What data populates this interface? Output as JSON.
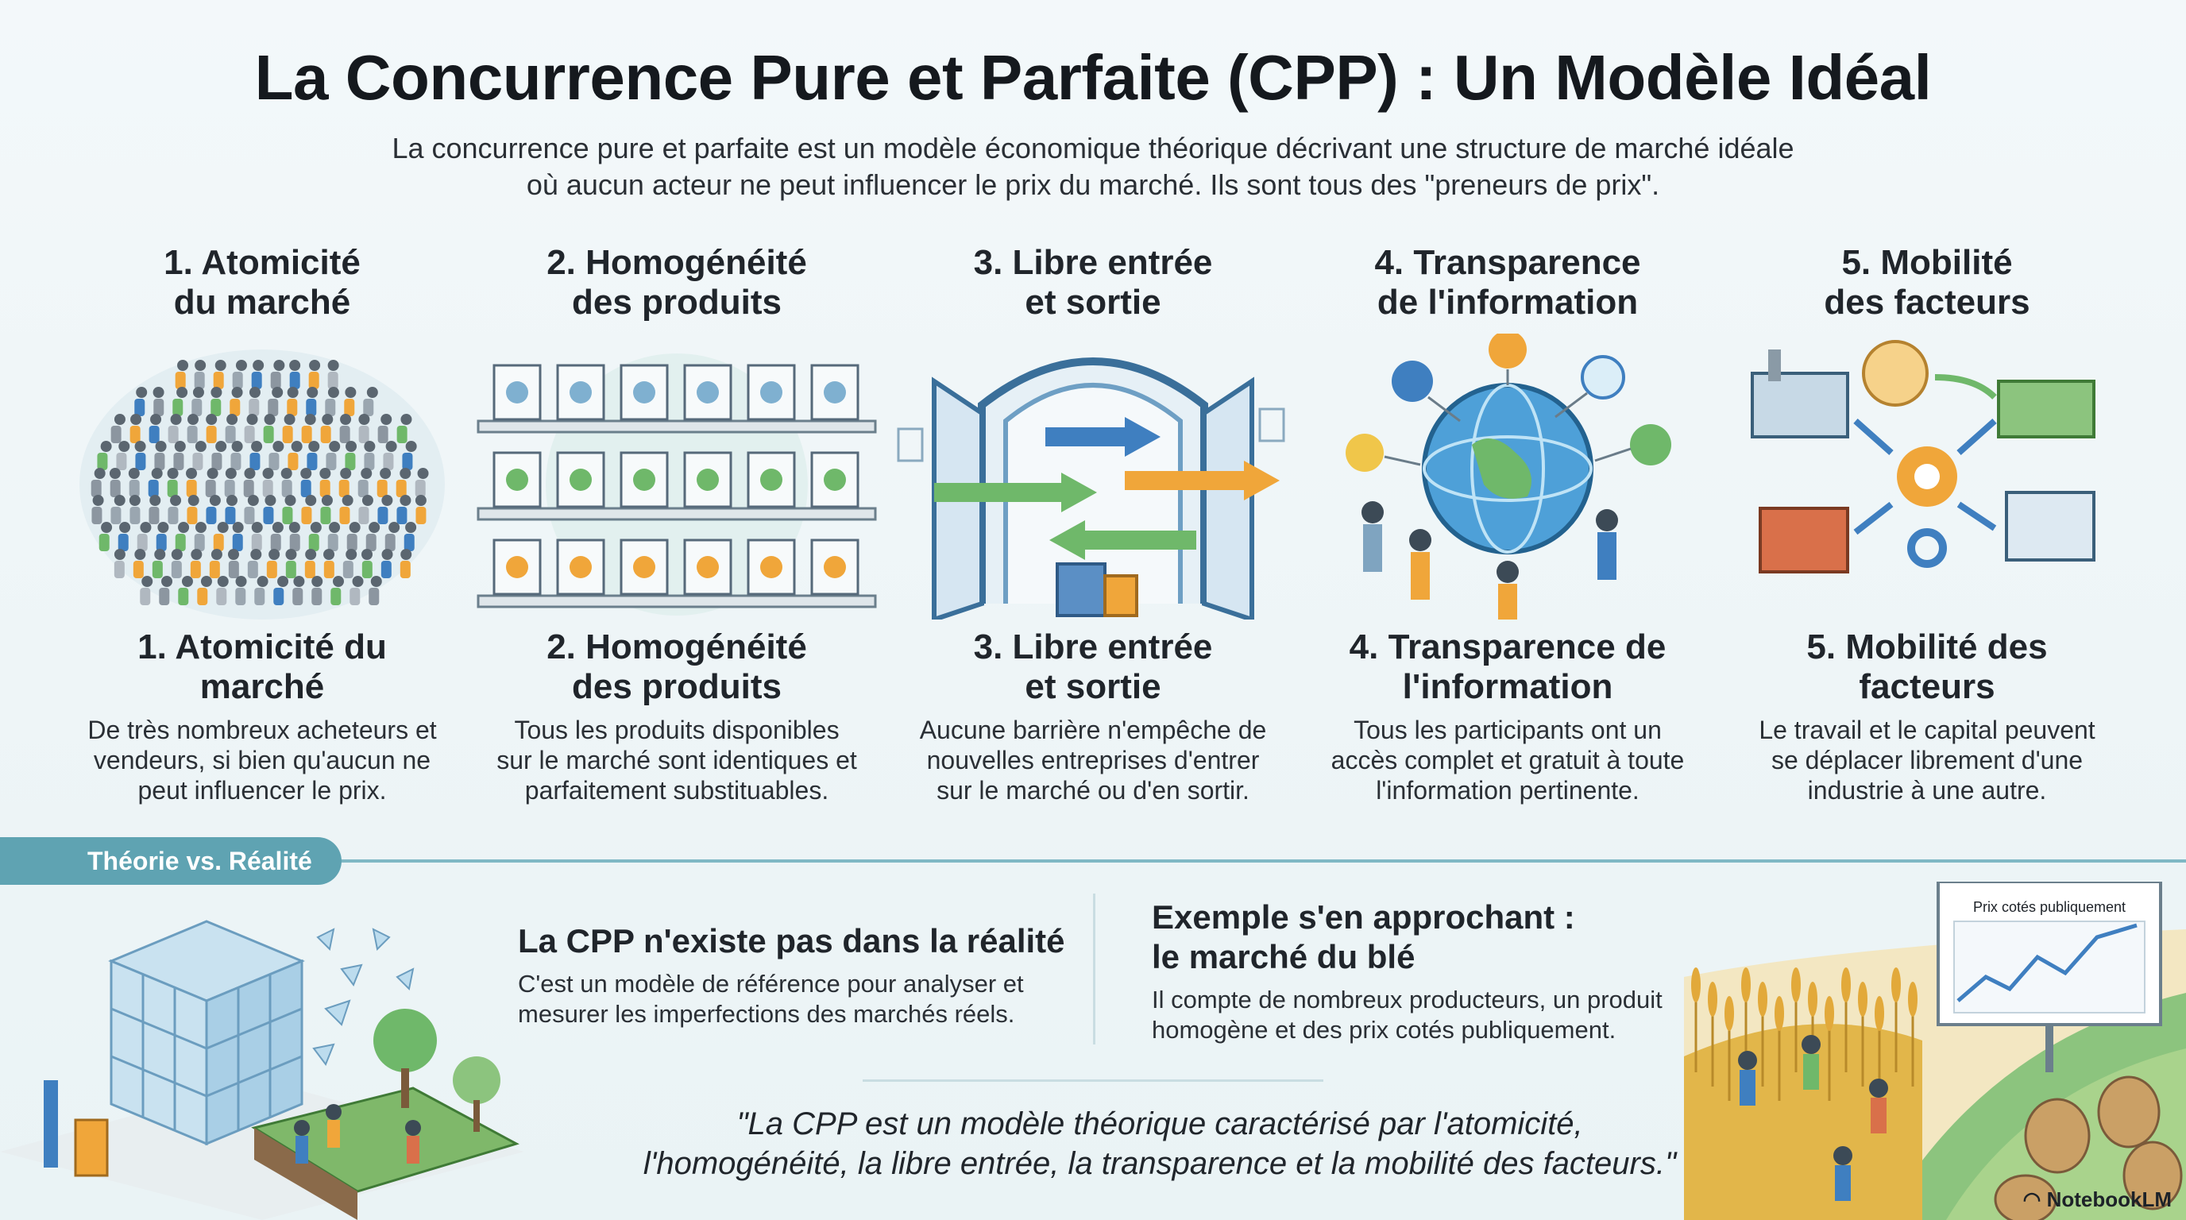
{
  "title": "La Concurrence Pure et Parfaite (CPP) : Un Modèle Idéal",
  "intro": [
    "La concurrence pure et parfaite est un modèle économique théorique décrivant une structure de marché idéale",
    "où aucun acteur ne peut influencer le prix du marché. Ils sont tous des \"preneurs de prix\"."
  ],
  "columns": [
    {
      "top": [
        "1. Atomicité",
        "du marché"
      ],
      "bottom": [
        "1. Atomicité du",
        "marché"
      ],
      "desc": [
        "De très nombreux acheteurs et",
        "vendeurs, si bien qu'aucun ne",
        "peut influencer le prix."
      ],
      "icon": "crowd-icon"
    },
    {
      "top": [
        "2. Homogénéité",
        "des produits"
      ],
      "bottom": [
        "2. Homogénéité",
        "des produits"
      ],
      "desc": [
        "Tous les produits disponibles",
        "sur le marché sont identiques et",
        "parfaitement substituables."
      ],
      "icon": "identical-products-shelf-icon"
    },
    {
      "top": [
        "3. Libre entrée",
        "et sortie"
      ],
      "bottom": [
        "3. Libre entrée",
        "et sortie"
      ],
      "desc": [
        "Aucune barrière n'empêche de",
        "nouvelles entreprises d'entrer",
        "sur le marché ou d'en sortir."
      ],
      "icon": "open-doors-arrows-icon"
    },
    {
      "top": [
        "4. Transparence",
        "de l'information"
      ],
      "bottom": [
        "4. Transparence de",
        "l'information"
      ],
      "desc": [
        "Tous les participants ont un",
        "accès complet et gratuit à toute",
        "l'information pertinente."
      ],
      "icon": "information-globe-icon"
    },
    {
      "top": [
        "5. Mobilité",
        "des facteurs"
      ],
      "bottom": [
        "5. Mobilité des",
        "facteurs"
      ],
      "desc": [
        "Le travail et le capital peuvent",
        "se déplacer librement d'une",
        "industrie à une autre."
      ],
      "icon": "factor-mobility-cycle-icon"
    }
  ],
  "section": {
    "tab": "Théorie vs. Réalité",
    "left_heading": "La CPP n'existe pas dans la réalité",
    "left_text": [
      "C'est un modèle de référence pour analyser et",
      "mesurer les imperfections des marchés réels."
    ],
    "right_heading": [
      "Exemple s'en approchant :",
      "le marché du blé"
    ],
    "right_text": [
      "Il compte de nombreux producteurs, un produit",
      "homogène et des prix cotés publiquement."
    ],
    "chart_caption": "Prix cotés publiquement"
  },
  "quote": [
    "\"La CPP est un modèle théorique caractérisé par l'atomicité,",
    "l'homogénéité, la libre entrée, la transparence et la mobilité des facteurs.\""
  ],
  "brand": "NotebookLM",
  "colors": {
    "accent": "#5fa3b2",
    "orange": "#f0a63a",
    "green": "#6fb86a",
    "blue": "#3f7fc0"
  }
}
